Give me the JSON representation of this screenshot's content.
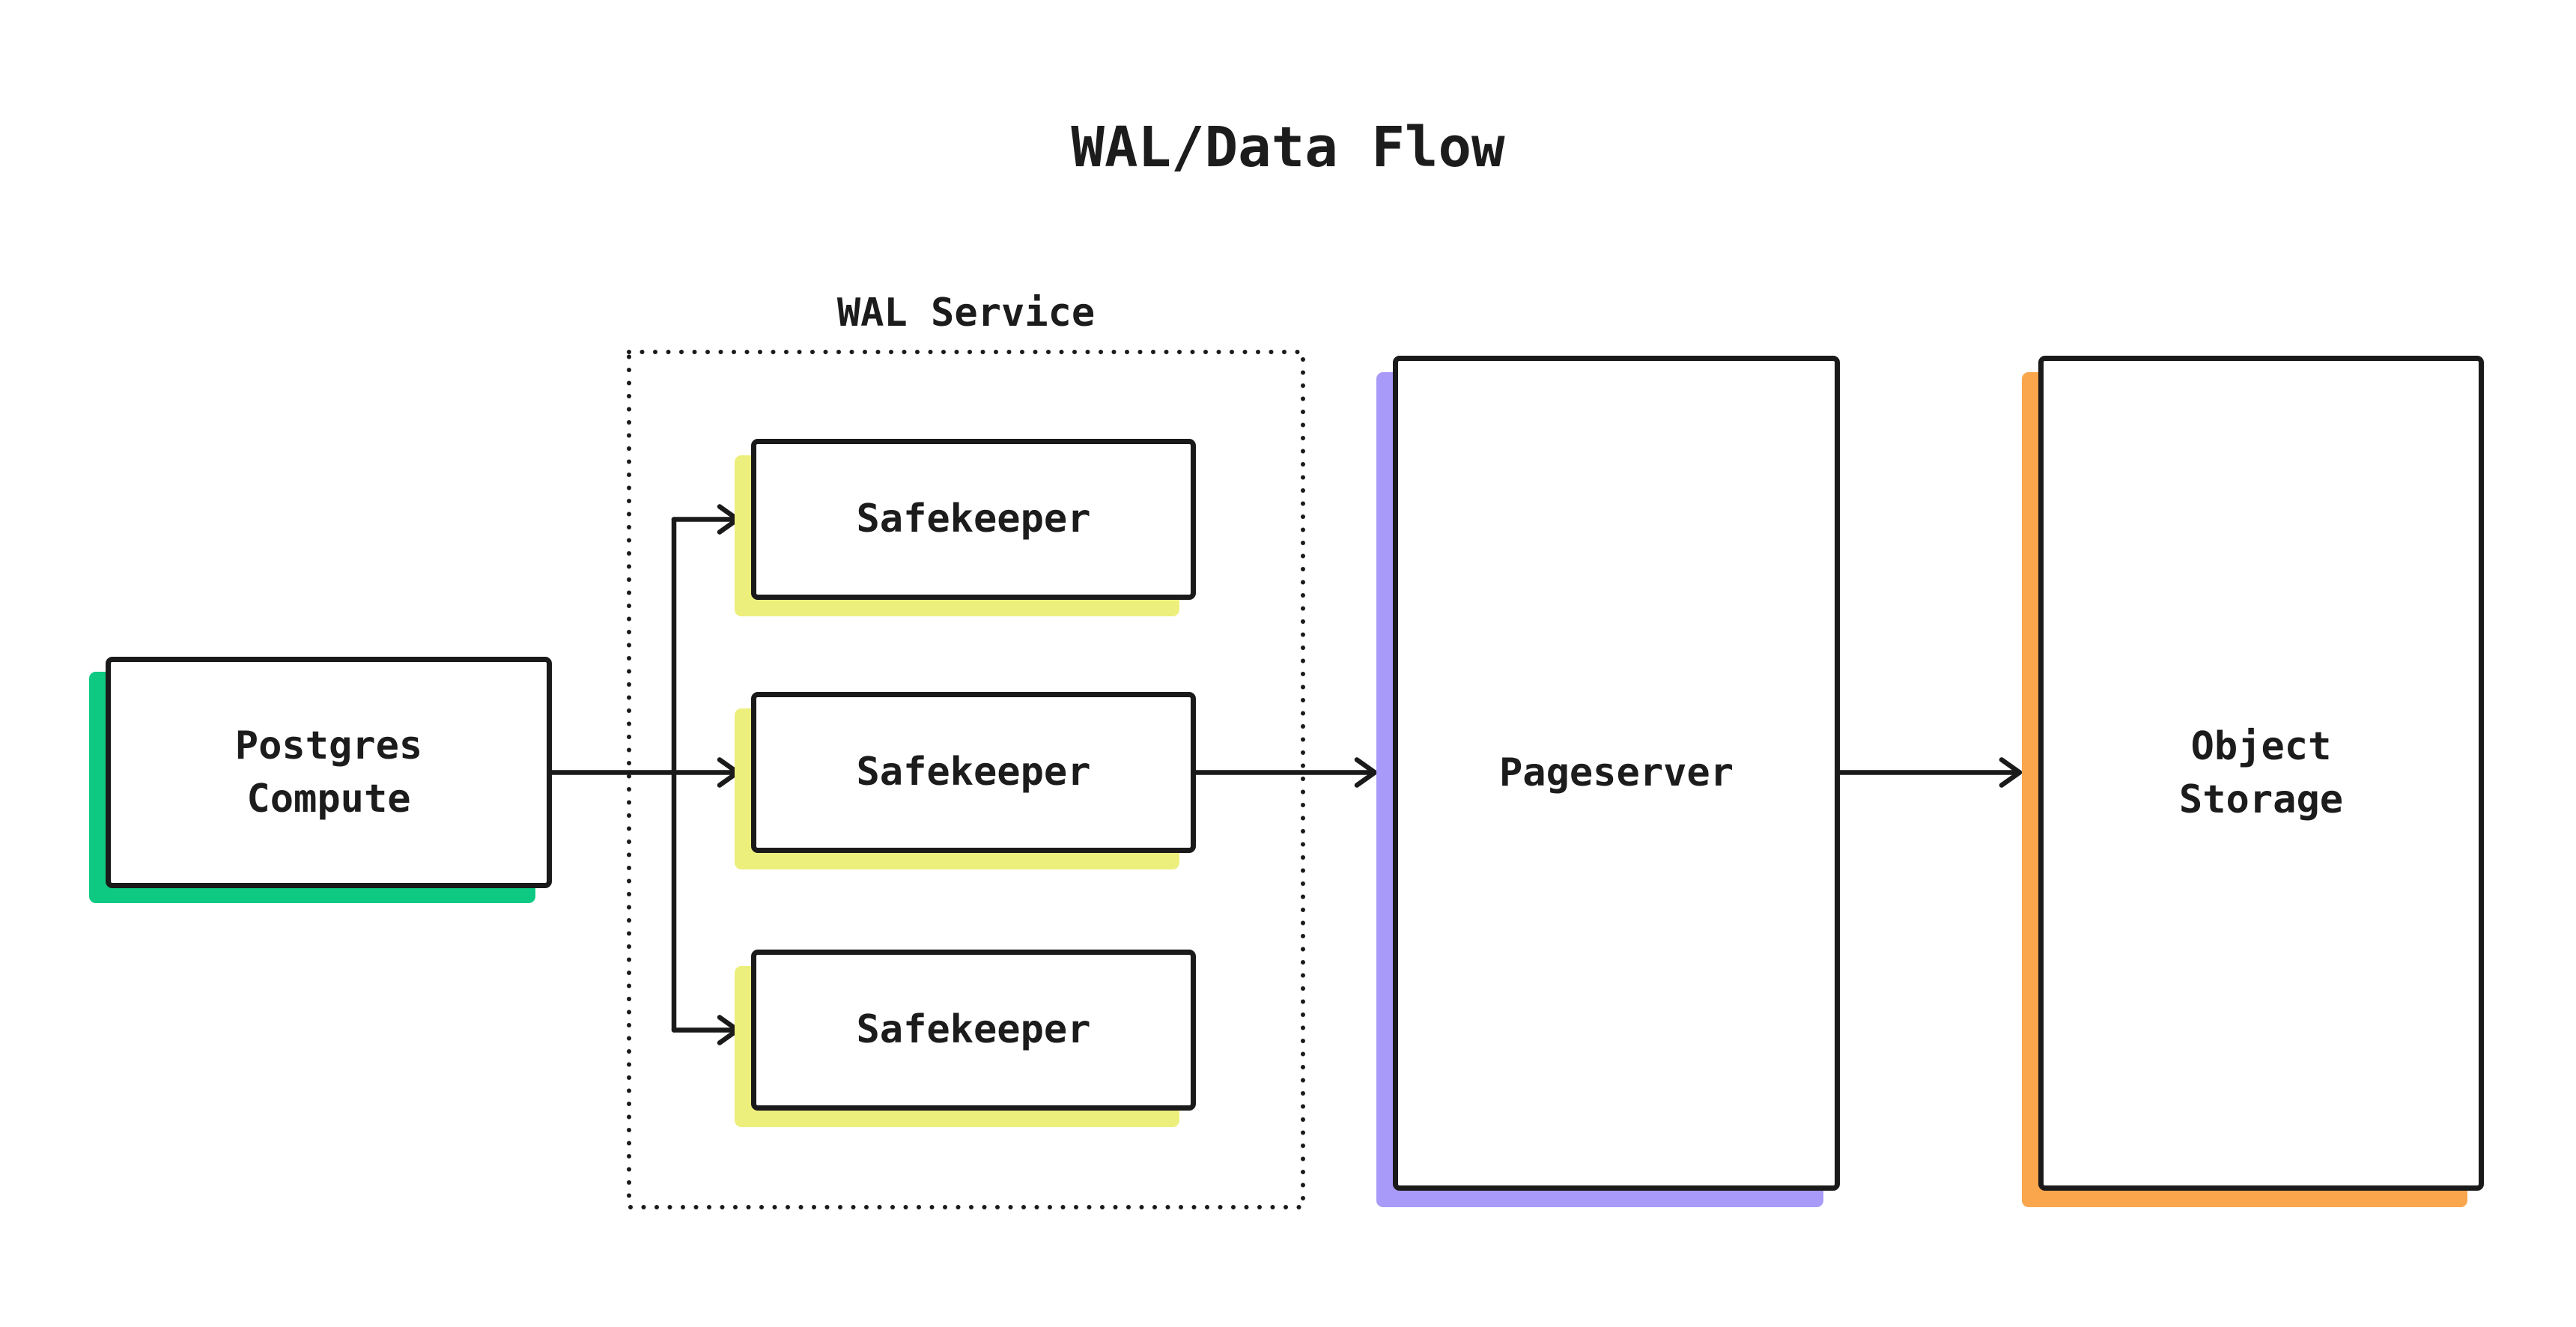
{
  "title": "WAL/Data Flow",
  "wal_service": {
    "label": "WAL Service"
  },
  "nodes": {
    "postgres_compute": {
      "line1": "Postgres",
      "line2": "Compute"
    },
    "safekeepers": [
      {
        "label": "Safekeeper"
      },
      {
        "label": "Safekeeper"
      },
      {
        "label": "Safekeeper"
      }
    ],
    "pageserver": {
      "label": "Pageserver"
    },
    "object_storage": {
      "line1": "Object",
      "line2": "Storage"
    }
  },
  "colors": {
    "ink": "#1a1a1a",
    "text": "#1c1c1c",
    "background": "#ffffff",
    "green": "#0dc981",
    "yellow": "#edef7d",
    "purple": "#a89af8",
    "orange": "#faa64d"
  }
}
